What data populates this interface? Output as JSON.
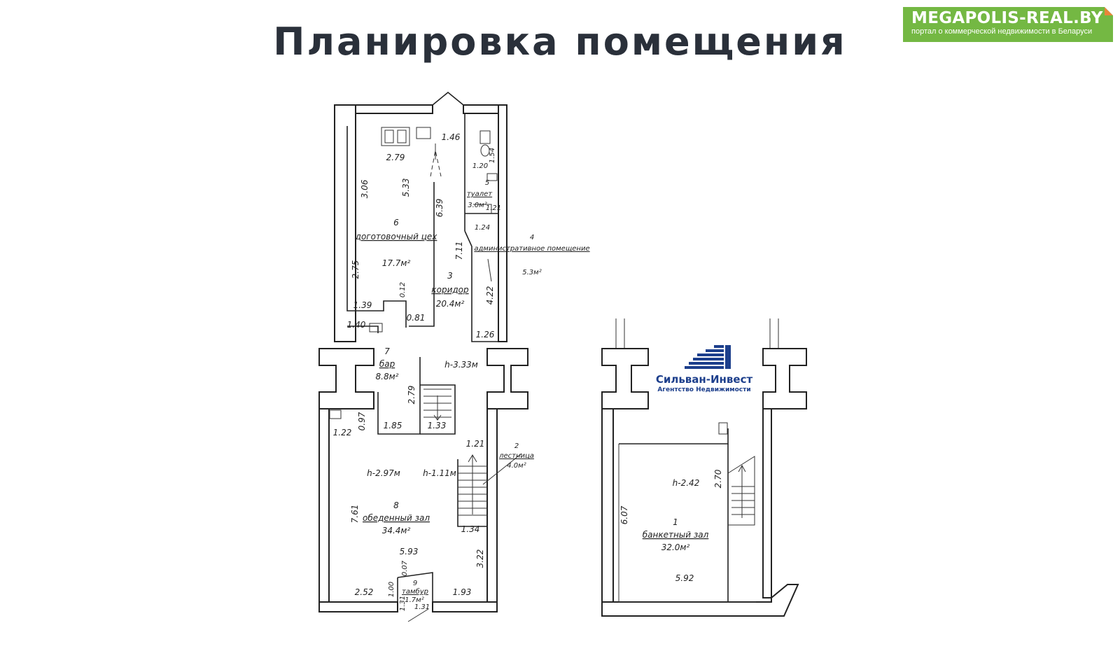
{
  "page_title": "Планировка помещения",
  "brand": {
    "name": "MEGAPOLIS-REAL.BY",
    "tagline": "портал о коммерческой недвижимости в Беларуси",
    "color": "#74b843"
  },
  "agency": {
    "name": "Сильван-Инвест",
    "subtitle": "Агентство Недвижимости",
    "color": "#1d3f8c"
  },
  "rooms": [
    {
      "num": "1",
      "name": "банкетный зал",
      "area": "32.0м²"
    },
    {
      "num": "2",
      "name": "лестница",
      "area": "4.0м²"
    },
    {
      "num": "3",
      "name": "коридор",
      "area": "20.4м²"
    },
    {
      "num": "4",
      "name": "административное помещение",
      "area": "5.3м²"
    },
    {
      "num": "5",
      "name": "туалет",
      "area": "3.0м²"
    },
    {
      "num": "6",
      "name": "доготовочный цех",
      "area": "17.7м²"
    },
    {
      "num": "7",
      "name": "бар",
      "area": "8.8м²"
    },
    {
      "num": "8",
      "name": "обеденный зал",
      "area": "34.4м²"
    },
    {
      "num": "9",
      "name": "тамбур",
      "area": "1.7м²"
    }
  ],
  "heights": [
    "h-3.33м",
    "h-2.97м",
    "h-1.11м",
    "h-2.42"
  ],
  "dims": [
    "2.79",
    "5.33",
    "3.06",
    "1.46",
    "1.20",
    "1.54",
    "1.21",
    "6.39",
    "1.24",
    "7.11",
    "2.75",
    "0.12",
    "4.22",
    "1.39",
    "0.81",
    "1.40",
    "1.26",
    "2.79",
    "0.97",
    "1.85",
    "1.33",
    "1.22",
    "1.21",
    "7.61",
    "5.93",
    "1.34",
    "3.22",
    "0.07",
    "1.00",
    "2.52",
    "1.93",
    "1.31",
    "1.31",
    "2.70",
    "6.07",
    "5.92"
  ]
}
